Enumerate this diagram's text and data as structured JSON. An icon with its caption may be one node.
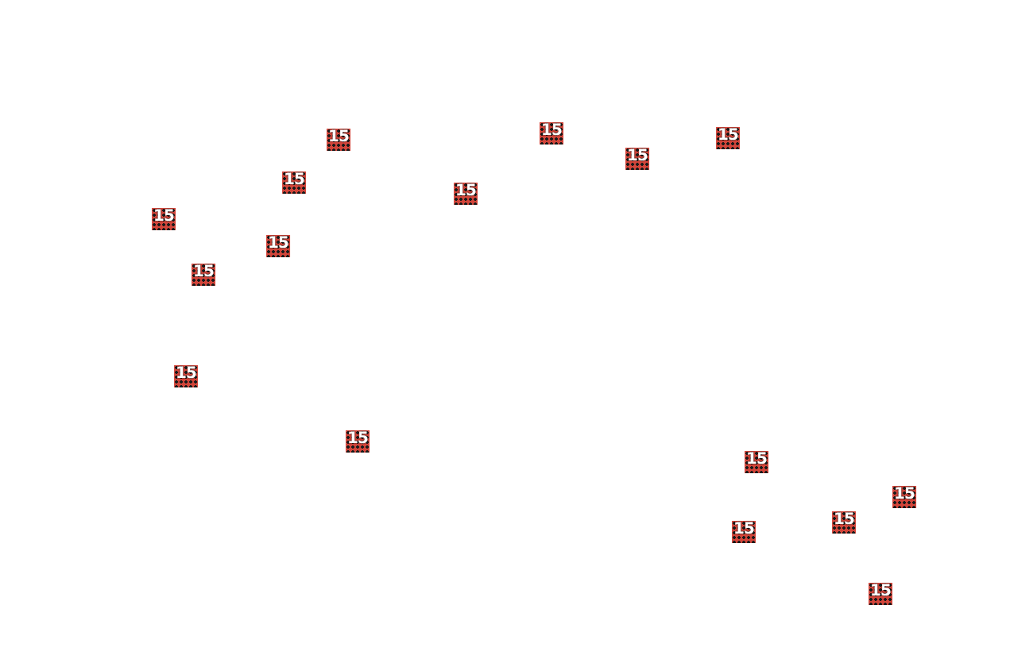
{
  "diagram": {
    "labels": [
      "15",
      "15",
      "15",
      "15",
      "15",
      "15",
      "15",
      "15",
      "15",
      "15",
      "15",
      "15",
      "15",
      "15",
      "15",
      "15"
    ]
  }
}
